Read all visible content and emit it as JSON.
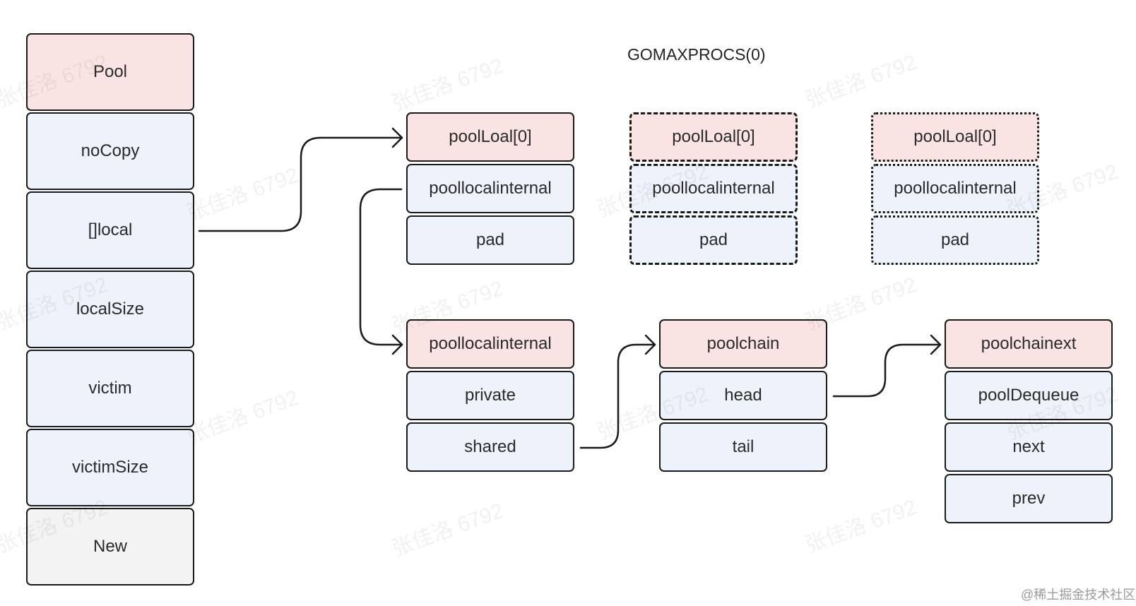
{
  "title": "GOMAXPROCS(0)",
  "pool_struct": {
    "header": "Pool",
    "fields": [
      "noCopy",
      "[]local",
      "localSize",
      "victim",
      "victimSize",
      "New"
    ]
  },
  "pool_local_0": {
    "header": "poolLoal[0]",
    "fields": [
      "poollocalinternal",
      "pad"
    ]
  },
  "pool_local_1": {
    "header": "poolLoal[0]",
    "fields": [
      "poollocalinternal",
      "pad"
    ]
  },
  "pool_local_2": {
    "header": "poolLoal[0]",
    "fields": [
      "poollocalinternal",
      "pad"
    ]
  },
  "pool_local_internal": {
    "header": "poollocalinternal",
    "fields": [
      "private",
      "shared"
    ]
  },
  "pool_chain": {
    "header": "poolchain",
    "fields": [
      "head",
      "tail"
    ]
  },
  "pool_chain_elt": {
    "header": "poolchainext",
    "fields": [
      "poolDequeue",
      "next",
      "prev"
    ]
  },
  "watermark_text": "张佳洛 6792",
  "credit_text": "@稀土掘金技术社区",
  "colors": {
    "header_fill": "#fae3e3",
    "field_fill": "#eef2fb",
    "new_fill": "#f3f3f3",
    "stroke": "#1a1a1a"
  }
}
